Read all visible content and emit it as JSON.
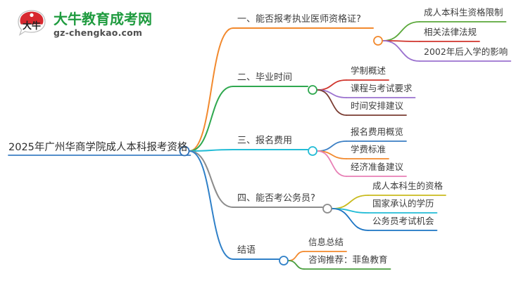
{
  "logo": {
    "mark_name": "daniu-speech-bubble-logo",
    "title": "大牛教育成考网",
    "url": "gz-chengkao.com",
    "brand_green": "#1f9b3f",
    "brand_red": "#d7282f"
  },
  "mindmap": {
    "root": {
      "label": "2025年广州华商学院成人本科报考资格",
      "underline_color": "#3b7fc4",
      "node_color": "#2f6fb5"
    },
    "branches": [
      {
        "id": "branch-1",
        "label": "一、能否报考执业医师资格证?",
        "color": "#f2892d",
        "underline_color": "#f2892d",
        "children": [
          {
            "label": "成人本科生资格限制",
            "color": "#5aa83a"
          },
          {
            "label": "相关法律法规",
            "color": "#d0342c"
          },
          {
            "label": "2002年后入学的影响",
            "color": "#9b72cf"
          }
        ]
      },
      {
        "id": "branch-2",
        "label": "二、毕业时间",
        "color": "#2fa84f",
        "underline_color": "#2fa84f",
        "children": [
          {
            "label": "学制概述",
            "color": "#d0342c"
          },
          {
            "label": "课程与考试要求",
            "color": "#9b72cf"
          },
          {
            "label": "时间安排建议",
            "color": "#7a3c32"
          }
        ]
      },
      {
        "id": "branch-3",
        "label": "三、报名费用",
        "color": "#23bcd6",
        "underline_color": "#23bcd6",
        "children": [
          {
            "label": "报名费用概览",
            "color": "#3b7fc4"
          },
          {
            "label": "学费标准",
            "color": "#f2892d"
          },
          {
            "label": "经济准备建议",
            "color": "#e87fb5"
          }
        ]
      },
      {
        "id": "branch-4",
        "label": "四、能否考公务员?",
        "color": "#8c8c8c",
        "underline_color": "#8c8c8c",
        "children": [
          {
            "label": "成人本科生的资格",
            "color": "#c9bb1e"
          },
          {
            "label": "国家承认的学历",
            "color": "#23bcd6"
          },
          {
            "label": "公务员考试机会",
            "color": "#1b74c4"
          }
        ]
      },
      {
        "id": "branch-5",
        "label": "结语",
        "color": "#2f80c8",
        "underline_color": "#2f80c8",
        "children": [
          {
            "label": "信息总结",
            "color": "#f2892d"
          },
          {
            "label": "咨询推荐：菲鱼教育",
            "color": "#4a9e3f"
          }
        ]
      }
    ]
  }
}
